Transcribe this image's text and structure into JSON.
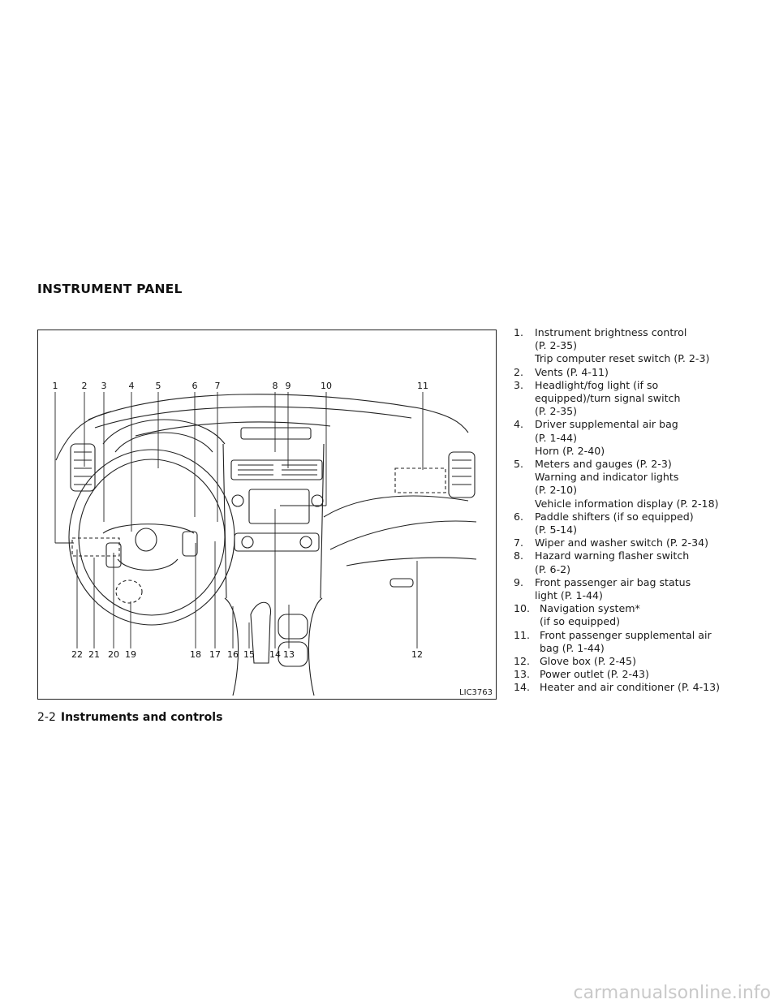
{
  "section_title": "INSTRUMENT PANEL",
  "figure": {
    "id": "LIC3763",
    "callouts_top": [
      "1",
      "2",
      "3",
      "4",
      "5",
      "6",
      "7",
      "8",
      "9",
      "10",
      "11"
    ],
    "callouts_bottom": [
      "22",
      "21",
      "20",
      "19",
      "18",
      "17",
      "16",
      "15",
      "14",
      "13",
      "12"
    ]
  },
  "items": [
    {
      "num": "1.",
      "lines": [
        "Instrument brightness control",
        "(P. 2-35)",
        "Trip computer reset switch (P. 2-3)"
      ]
    },
    {
      "num": "2.",
      "lines": [
        "Vents (P. 4-11)"
      ]
    },
    {
      "num": "3.",
      "lines": [
        "Headlight/fog light (if so",
        "equipped)/turn signal switch",
        "(P. 2-35)"
      ]
    },
    {
      "num": "4.",
      "lines": [
        "Driver supplemental air bag",
        "(P. 1-44)",
        "Horn (P. 2-40)"
      ]
    },
    {
      "num": "5.",
      "lines": [
        "Meters and gauges (P. 2-3)",
        "Warning and indicator lights",
        "(P. 2-10)",
        "Vehicle information display (P. 2-18)"
      ]
    },
    {
      "num": "6.",
      "lines": [
        "Paddle shifters (if so equipped)",
        "(P. 5-14)"
      ]
    },
    {
      "num": "7.",
      "lines": [
        "Wiper and washer switch (P. 2-34)"
      ]
    },
    {
      "num": "8.",
      "lines": [
        "Hazard warning flasher switch",
        "(P. 6-2)"
      ]
    },
    {
      "num": "9.",
      "lines": [
        "Front passenger air bag status",
        "light (P. 1-44)"
      ]
    },
    {
      "num": "10.",
      "lines": [
        "Navigation system*",
        "(if so equipped)"
      ]
    },
    {
      "num": "11.",
      "lines": [
        "Front passenger supplemental air",
        "bag (P. 1-44)"
      ]
    },
    {
      "num": "12.",
      "lines": [
        "Glove box (P. 2-45)"
      ]
    },
    {
      "num": "13.",
      "lines": [
        "Power outlet (P. 2-43)"
      ]
    },
    {
      "num": "14.",
      "lines": [
        "Heater and air conditioner (P. 4-13)"
      ]
    }
  ],
  "footer": {
    "page": "2-2",
    "chapter": "Instruments and controls"
  },
  "watermark": "carmanualsonline.info"
}
